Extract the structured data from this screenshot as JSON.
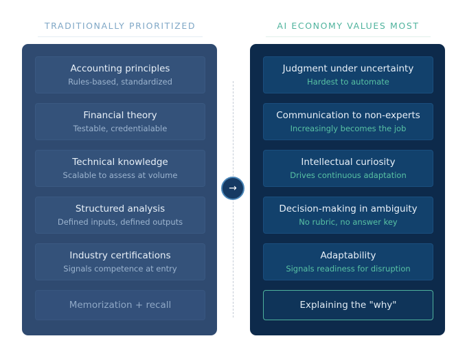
{
  "left_column": {
    "heading": "TRADITIONALLY PRIORITIZED",
    "cards": [
      {
        "title": "Accounting principles",
        "subtitle": "Rules-based, standardized"
      },
      {
        "title": "Financial theory",
        "subtitle": "Testable, credentialable"
      },
      {
        "title": "Technical knowledge",
        "subtitle": "Scalable to assess at volume"
      },
      {
        "title": "Structured analysis",
        "subtitle": "Defined inputs, defined outputs"
      },
      {
        "title": "Industry certifications",
        "subtitle": "Signals competence at entry"
      },
      {
        "title": "Memorization + recall"
      }
    ]
  },
  "right_column": {
    "heading": "AI ECONOMY VALUES MOST",
    "cards": [
      {
        "title": "Judgment under uncertainty",
        "subtitle": "Hardest to automate"
      },
      {
        "title": "Communication to non-experts",
        "subtitle": "Increasingly becomes the job"
      },
      {
        "title": "Intellectual curiosity",
        "subtitle": "Drives continuous adaptation"
      },
      {
        "title": "Decision-making in ambiguity",
        "subtitle": "No rubric, no answer key"
      },
      {
        "title": "Adaptability",
        "subtitle": "Signals readiness for disruption"
      },
      {
        "title": "Explaining the \"why\""
      }
    ]
  },
  "arrow": {
    "glyph": "→",
    "icon": "arrow-right-icon"
  },
  "colors": {
    "left_panel": "#2f4a70",
    "right_panel": "#0d2a4b",
    "accent_teal": "#4fb39d",
    "left_heading": "#7fa7c6"
  }
}
